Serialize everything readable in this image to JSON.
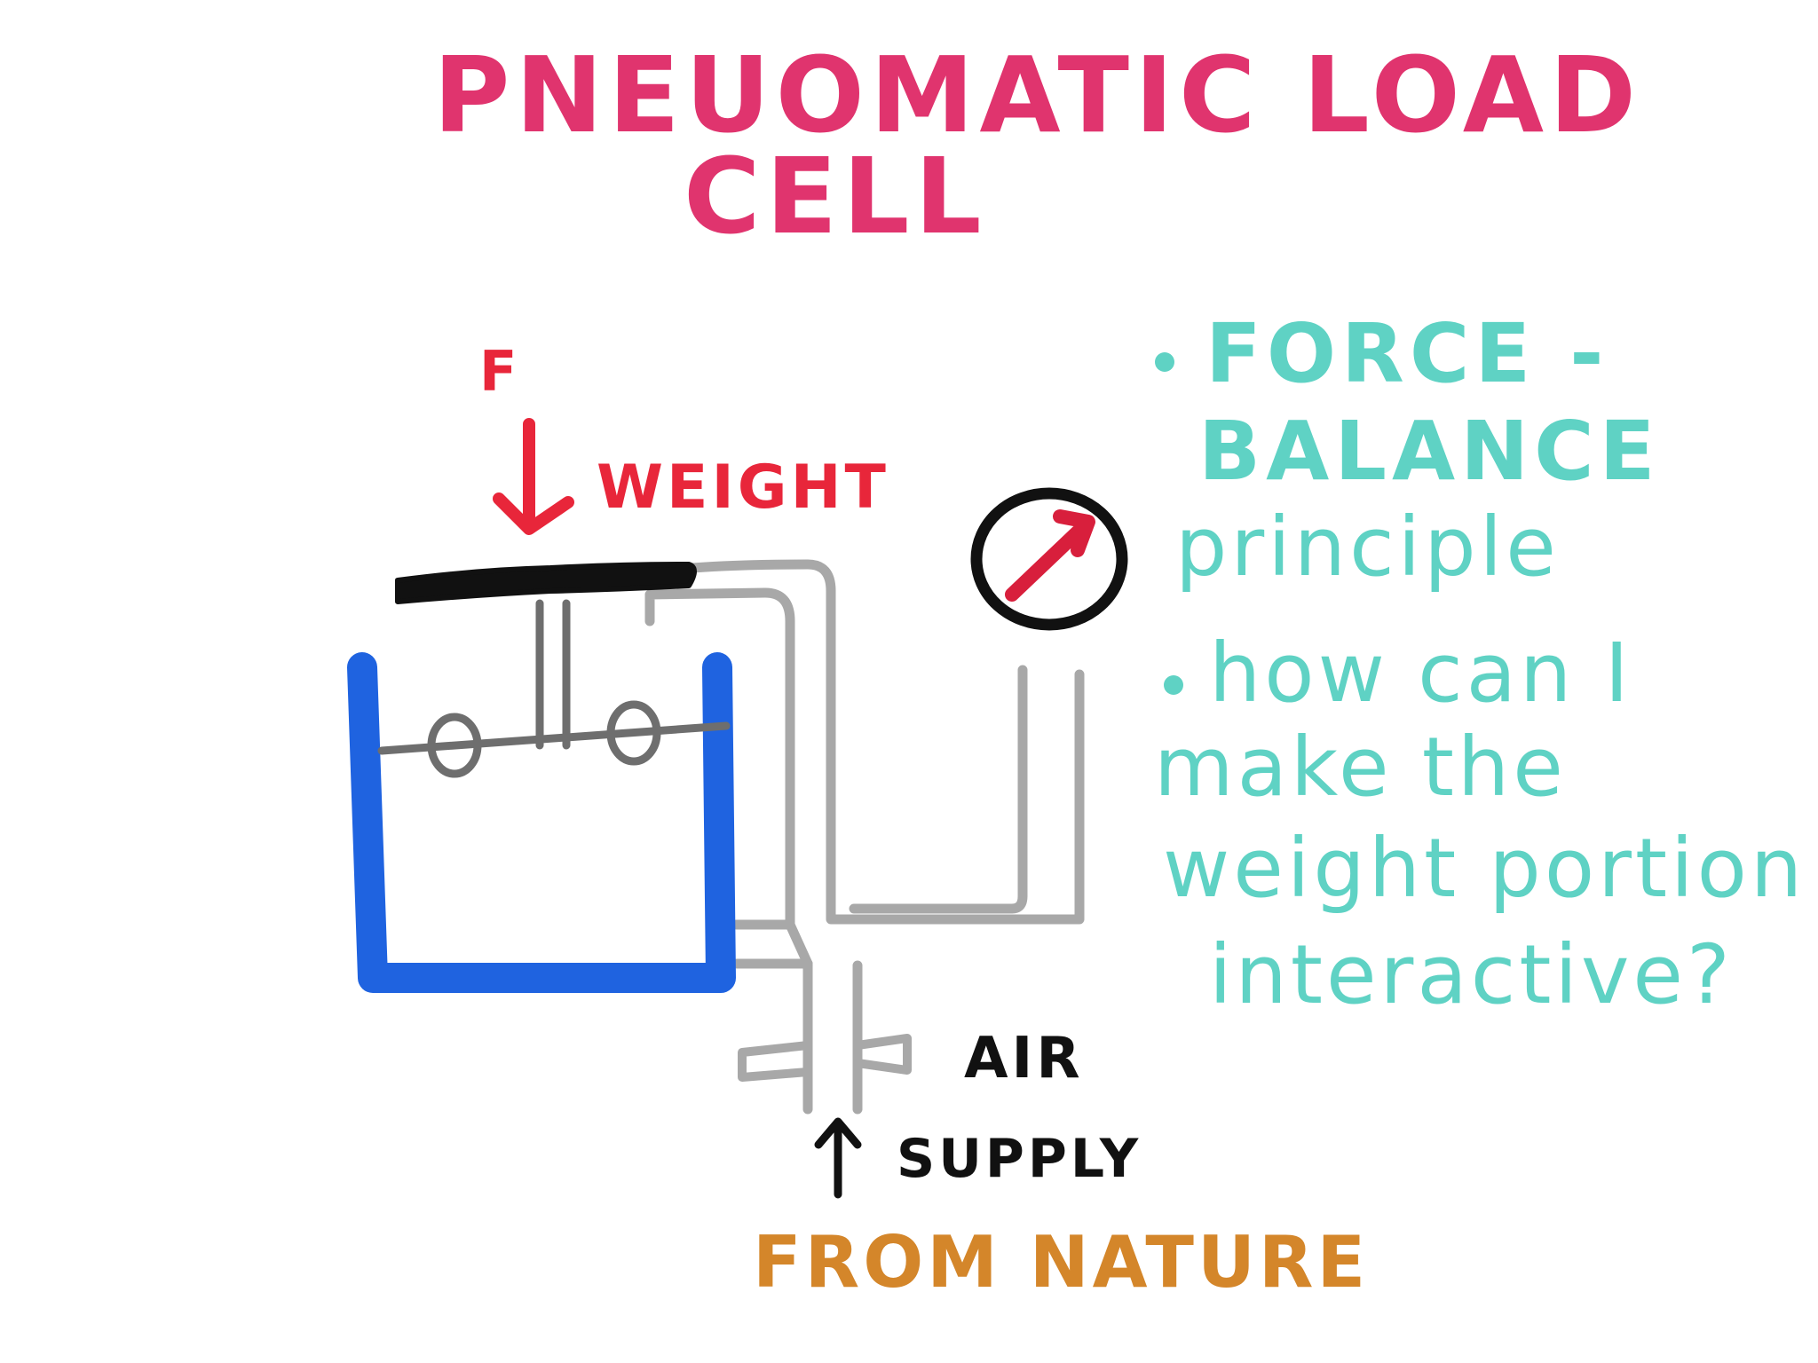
{
  "title": {
    "line1": "PNEUOMATIC LOAD",
    "line2": "CELL"
  },
  "force": {
    "symbol": "F",
    "label": "WEIGHT"
  },
  "air": {
    "line1": "AIR",
    "line2": "SUPPLY",
    "source": "FROM NATURE"
  },
  "notes": {
    "bullet1_line1": "FORCE -",
    "bullet1_line2": "BALANCE",
    "bullet1_line3": "principle",
    "bullet2_line1": "how can I",
    "bullet2_line2": "make the",
    "bullet2_line3": "weight portion",
    "bullet2_line4": "interactive?"
  },
  "colors": {
    "title": "#e0346e",
    "force": "#e8263a",
    "container": "#1f63e0",
    "pipe": "#a8a8a8",
    "mechanism": "#6e6e6e",
    "platform": "#111111",
    "gauge": "#111111",
    "needle": "#d81f3c",
    "air_text": "#111111",
    "source": "#d4862a",
    "notes": "#5fd2c4"
  }
}
